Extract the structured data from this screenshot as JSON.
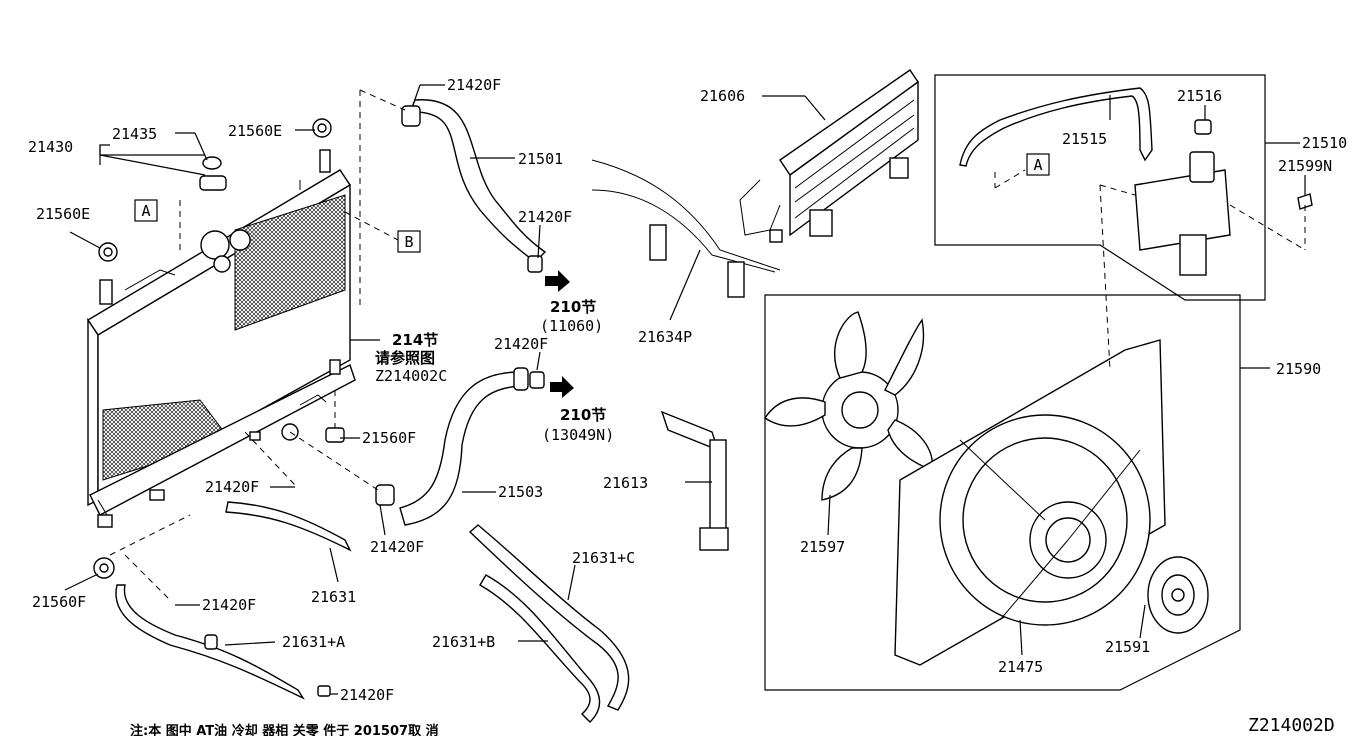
{
  "labels": {
    "p21430": "21430",
    "p21435": "21435",
    "p21560E_top": "21560E",
    "p21560E_left": "21560E",
    "p21420F_top": "21420F",
    "p21501": "21501",
    "p21420F_mid": "21420F",
    "p210_a": "210节",
    "p11060": "(11060)",
    "p21606": "21606",
    "p21634P": "21634P",
    "p21516": "21516",
    "p21515": "21515",
    "p21510": "21510",
    "p21599N": "21599N",
    "p214": "214节",
    "p_ref": "请参照图",
    "p_ref_code": "Z214002C",
    "p21420F_hose": "21420F",
    "p210_b": "210节",
    "p13049N": "(13049N)",
    "p21590": "21590",
    "p21560F_mid": "21560F",
    "p21420F_low": "21420F",
    "p21503": "21503",
    "p21613": "21613",
    "p21420F_lower": "21420F",
    "p21597": "21597",
    "p21631C": "21631+C",
    "p21631": "21631",
    "p21560F_bottom": "21560F",
    "p21420F_bl": "21420F",
    "p21631A": "21631+A",
    "p21631B": "21631+B",
    "p21475": "21475",
    "p21591": "21591",
    "p21420F_bottom": "21420F",
    "box_a1": "A",
    "box_b": "B",
    "box_a2": "A",
    "footnote": "注:本 图中 AT油 冷却 器相 关零 件于 201507取 消",
    "diagram_code": "Z214002D"
  }
}
